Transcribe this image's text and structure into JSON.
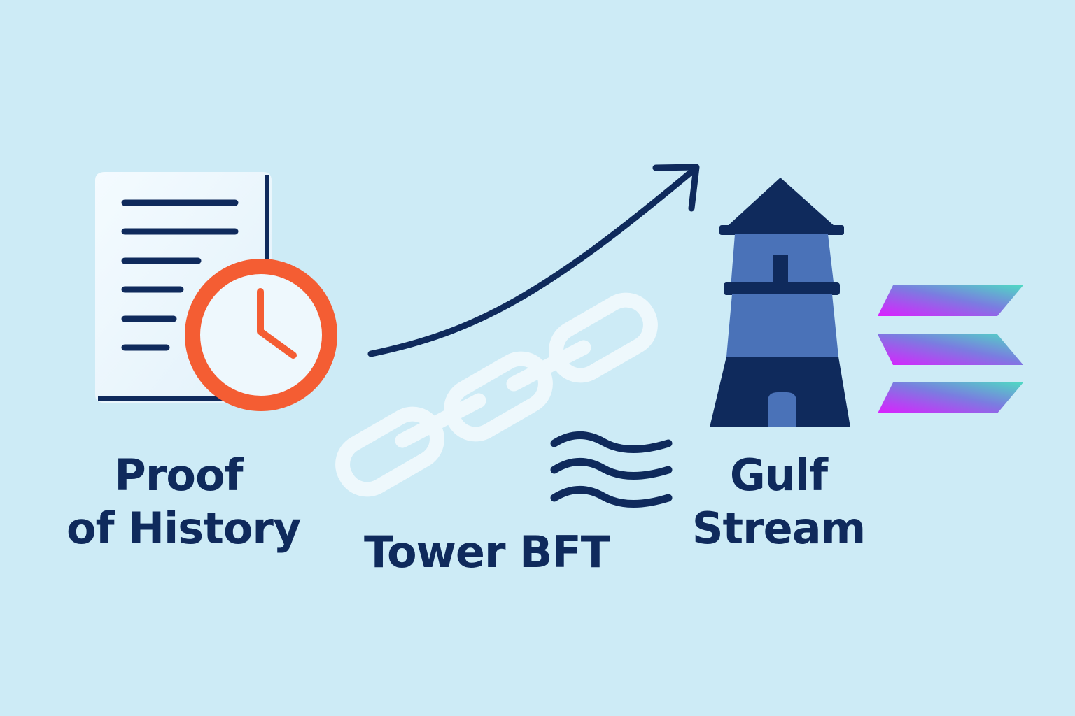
{
  "labels": {
    "proof_of_history": [
      "Proof",
      "of History"
    ],
    "tower_bft": "Tower BFT",
    "gulf_stream": [
      "Gulf",
      "Stream"
    ]
  },
  "icons": {
    "document": "document-icon",
    "clock": "clock-icon",
    "arrow": "trend-arrow-icon",
    "chain": "chain-links-icon",
    "waves": "waves-icon",
    "lighthouse": "lighthouse-icon",
    "logo": "solana-logo"
  },
  "colors": {
    "background": "#cdebf6",
    "navy": "#0f2a5c",
    "clock_orange": "#f45d33",
    "lighthouse_blue": "#4a72b8",
    "chain_white": "#eef8fc",
    "logo_gradient_start": "#dc1fff",
    "logo_gradient_end": "#4fd9c3"
  }
}
